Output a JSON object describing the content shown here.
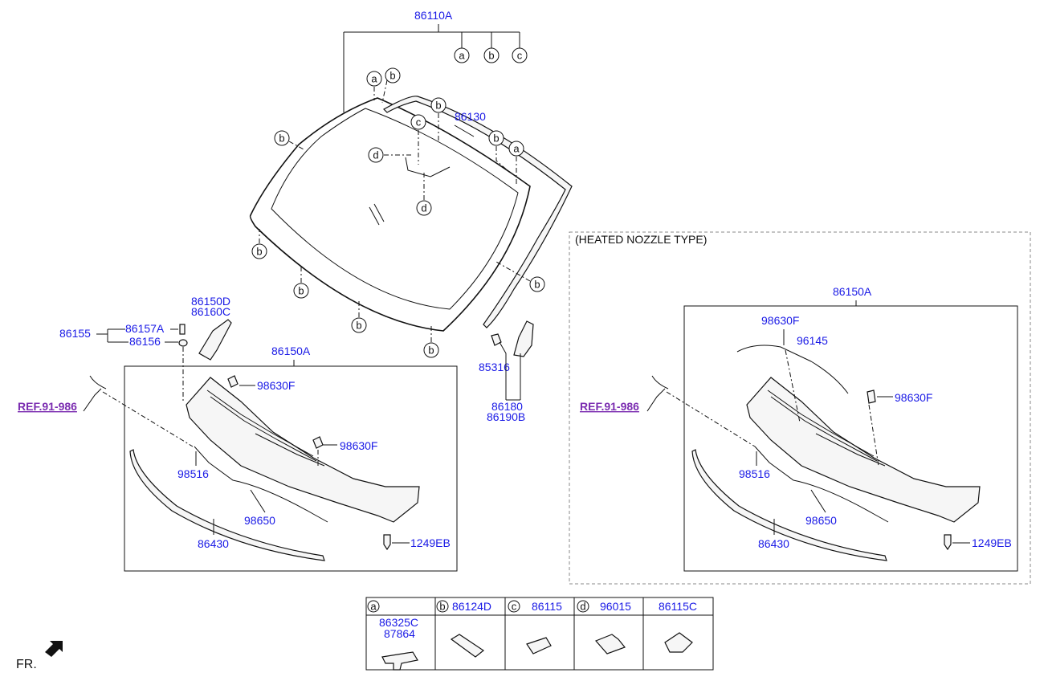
{
  "parts": {
    "windshield_assy": "86110A",
    "moulding_top": "86130",
    "cowl_left_d": "86150D",
    "cowl_left_c": "86160C",
    "clip_group": "86155",
    "clip_a": "86157A",
    "clip_b": "86156",
    "cowl_panel": "86150A",
    "nozzle_1": "98630F",
    "nozzle_2": "98630F",
    "hose": "98516",
    "hose_lower": "98650",
    "weatherstrip": "86430",
    "bolt": "1249EB",
    "fastener": "85316",
    "cover_a": "86180",
    "cover_b": "86190B",
    "ref_label": "REF.91-986",
    "heated_title": "(HEATED NOZZLE TYPE)",
    "heated_cowl": "86150A",
    "heated_nozzle_top": "98630F",
    "heated_wire": "96145",
    "heated_nozzle_right": "98630F",
    "heated_ref": "REF.91-986",
    "heated_hose": "98516",
    "heated_hose_lower": "98650",
    "heated_weatherstrip": "86430",
    "heated_bolt": "1249EB",
    "fr_label": "FR."
  },
  "callouts": {
    "a": "a",
    "b": "b",
    "c": "c",
    "d": "d"
  },
  "legend": {
    "headers": [
      {
        "letter": "a",
        "part": ""
      },
      {
        "letter": "b",
        "part": "86124D"
      },
      {
        "letter": "c",
        "part": "86115"
      },
      {
        "letter": "d",
        "part": "96015"
      },
      {
        "letter": "",
        "part": "86115C"
      }
    ],
    "first_cell_line1": "86325C",
    "first_cell_line2": "87864"
  }
}
